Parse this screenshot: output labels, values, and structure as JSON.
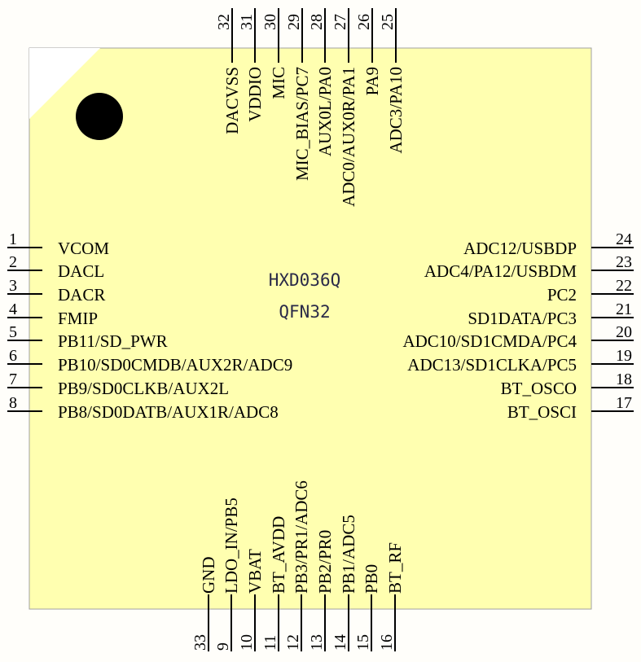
{
  "chip": {
    "name": "HXD036Q",
    "package": "QFN32",
    "body_color": "#ffffb0",
    "outline_color": "#a0a0a0",
    "corner_color": "#ffffff"
  },
  "pins": {
    "left": [
      {
        "num": "1",
        "label": "VCOM"
      },
      {
        "num": "2",
        "label": "DACL"
      },
      {
        "num": "3",
        "label": "DACR"
      },
      {
        "num": "4",
        "label": "FMIP"
      },
      {
        "num": "5",
        "label": "PB11/SD_PWR"
      },
      {
        "num": "6",
        "label": "PB10/SD0CMDB/AUX2R/ADC9"
      },
      {
        "num": "7",
        "label": "PB9/SD0CLKB/AUX2L"
      },
      {
        "num": "8",
        "label": "PB8/SD0DATB/AUX1R/ADC8"
      }
    ],
    "right": [
      {
        "num": "24",
        "label": "ADC12/USBDP"
      },
      {
        "num": "23",
        "label": "ADC4/PA12/USBDM"
      },
      {
        "num": "22",
        "label": "PC2"
      },
      {
        "num": "21",
        "label": "SD1DATA/PC3"
      },
      {
        "num": "20",
        "label": "ADC10/SD1CMDA/PC4"
      },
      {
        "num": "19",
        "label": "ADC13/SD1CLKA/PC5"
      },
      {
        "num": "18",
        "label": "BT_OSCO"
      },
      {
        "num": "17",
        "label": "BT_OSCI"
      }
    ],
    "top": [
      {
        "num": "32",
        "label": "DACVSS"
      },
      {
        "num": "31",
        "label": "VDDIO"
      },
      {
        "num": "30",
        "label": "MIC"
      },
      {
        "num": "29",
        "label": "MIC_BIAS/PC7"
      },
      {
        "num": "28",
        "label": "AUX0L/PA0"
      },
      {
        "num": "27",
        "label": "ADC0/AUX0R/PA1"
      },
      {
        "num": "26",
        "label": "PA9"
      },
      {
        "num": "25",
        "label": "ADC3/PA10"
      }
    ],
    "bottom": [
      {
        "num": "33",
        "label": "GND"
      },
      {
        "num": "9",
        "label": "LDO_IN/PB5"
      },
      {
        "num": "10",
        "label": "VBAT"
      },
      {
        "num": "11",
        "label": "BT_AVDD"
      },
      {
        "num": "12",
        "label": "PB3/PR1/ADC6"
      },
      {
        "num": "13",
        "label": "PB2/PR0"
      },
      {
        "num": "14",
        "label": "PB1/ADC5"
      },
      {
        "num": "15",
        "label": "PB0"
      },
      {
        "num": "16",
        "label": "BT_RF"
      }
    ]
  }
}
